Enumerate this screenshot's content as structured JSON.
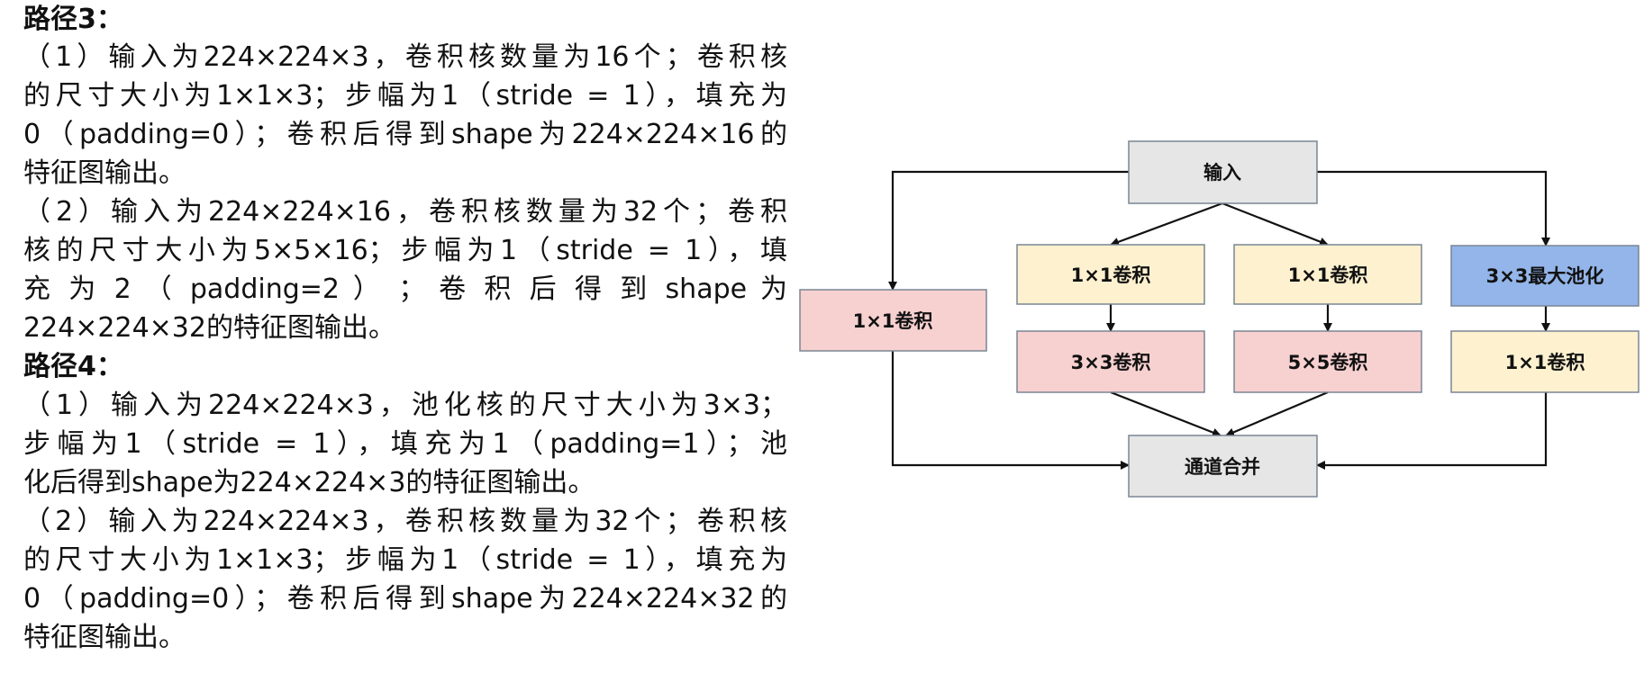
{
  "path3": {
    "heading": "路径3：",
    "lines": [
      "（1）输入为224×224×3，卷积核数量为16个；卷积核",
      "的尺寸大小为1×1×3；步幅为1（stride = 1），填充为",
      "0（padding=0）；卷积后得到shape为224×224×16的",
      "特征图输出。",
      "（2）输入为224×224×16，卷积核数量为32个；卷积",
      "核的尺寸大小为5×5×16；步幅为1（stride = 1），填",
      "充 为 2 （ padding=2 ） ； 卷 积 后 得 到 shape 为",
      "224×224×32的特征图输出。"
    ]
  },
  "path4": {
    "heading": "路径4：",
    "lines": [
      "（1）输入为224×224×3，池化核的尺寸大小为3×3；",
      "步幅为1（stride = 1），填充为1（padding=1）；池",
      "化后得到shape为224×224×3的特征图输出。",
      "（2）输入为224×224×3，卷积核数量为32个；卷积核",
      "的尺寸大小为1×1×3；步幅为1（stride = 1），填充为",
      "0（padding=0）；卷积后得到shape为224×224×32的",
      "特征图输出。"
    ]
  },
  "diagram": {
    "input": "输入",
    "branch1_conv1x1": "1×1卷积",
    "branch2_conv1x1": "1×1卷积",
    "branch2_conv3x3": "3×3卷积",
    "branch3_conv1x1": "1×1卷积",
    "branch3_conv5x5": "5×5卷积",
    "branch4_maxpool": "3×3最大池化",
    "branch4_conv1x1": "1×1卷积",
    "concat": "通道合并",
    "colors": {
      "gray": "#e6e6e6",
      "yellow": "#fdf1cf",
      "pink": "#f7d0d0",
      "blue": "#93b5e9",
      "border": "#7a8594",
      "arrow": "#111111"
    }
  }
}
